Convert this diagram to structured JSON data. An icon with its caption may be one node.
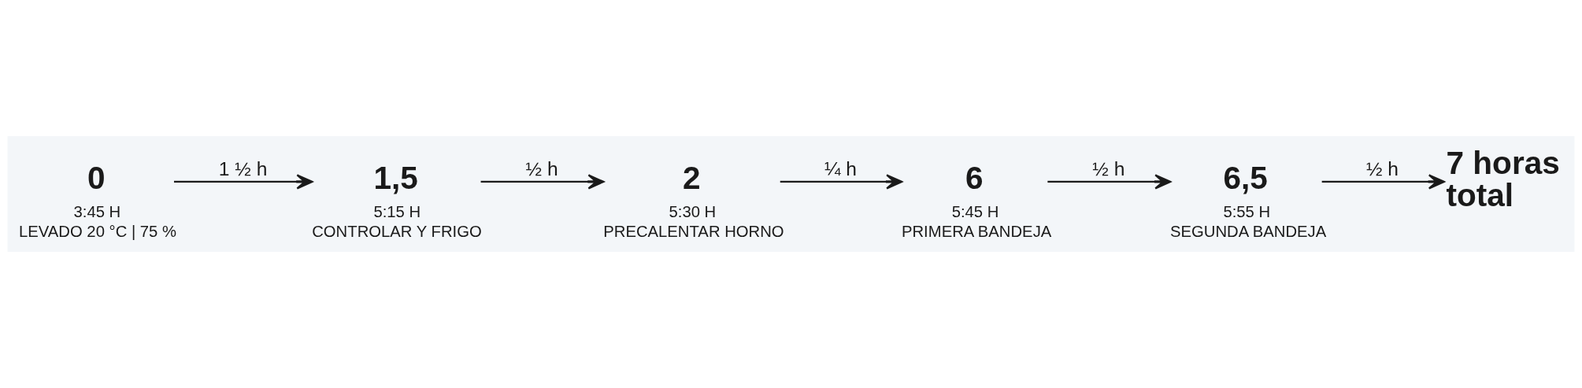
{
  "diagram": {
    "nodes": [
      {
        "text": [
          "0"
        ],
        "beside": [
          "3:45 H",
          "LEVADO 20 °C | 75 %"
        ]
      },
      {
        "text": [
          "1,5"
        ],
        "beside": [
          "5:15 H",
          "CONTROLAR Y FRIGO"
        ]
      },
      {
        "text": [
          "2"
        ],
        "beside": [
          "5:30 H",
          "PRECALENTAR HORNO"
        ]
      },
      {
        "text": [
          "6"
        ],
        "beside": [
          "5:45 H",
          "PRIMERA BANDEJA"
        ]
      },
      {
        "text": [
          "6,5"
        ],
        "beside": [
          "5:55 H",
          "SEGUNDA BANDEJA"
        ]
      },
      {
        "text": [
          "7 horas total"
        ]
      }
    ],
    "edges": [
      {
        "from": 0,
        "to": 1,
        "arrow": "to",
        "label": "1 ½ h"
      },
      {
        "from": 1,
        "to": 2,
        "arrow": "to",
        "label": "½ h"
      },
      {
        "from": 2,
        "to": 3,
        "arrow": "to",
        "label": "¼ h"
      },
      {
        "from": 3,
        "to": 4,
        "arrow": "to",
        "label": "½ h"
      },
      {
        "from": 4,
        "to": 5,
        "arrow": "to",
        "label": "½ h"
      }
    ]
  }
}
